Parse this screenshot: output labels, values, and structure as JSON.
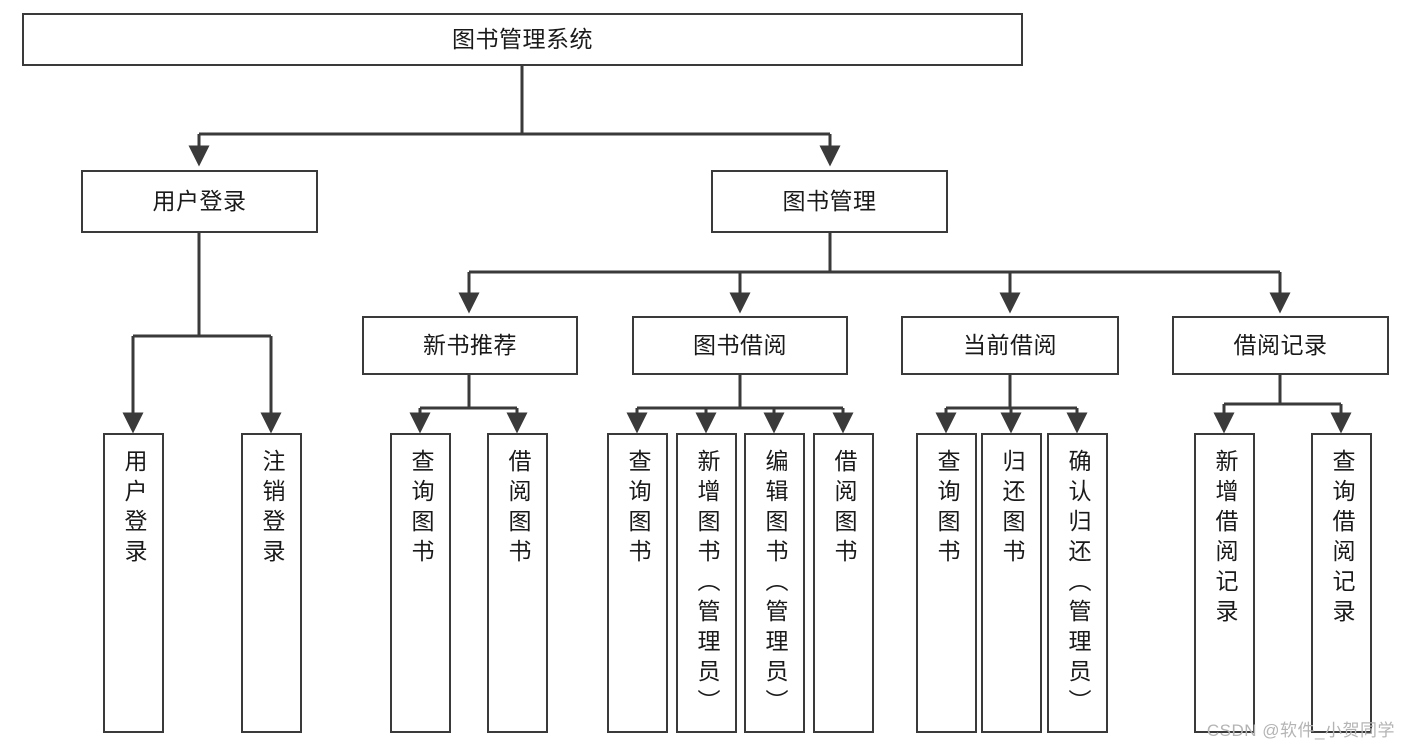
{
  "diagram": {
    "title": "图书管理系统",
    "type": "tree-hierarchy",
    "root": {
      "id": "root",
      "label": "图书管理系统",
      "orientation": "horizontal"
    },
    "level2": [
      {
        "id": "user-login",
        "label": "用户登录",
        "orientation": "horizontal"
      },
      {
        "id": "book-manage",
        "label": "图书管理",
        "orientation": "horizontal"
      }
    ],
    "level3": [
      {
        "id": "new-book-rec",
        "label": "新书推荐",
        "parent": "book-manage",
        "orientation": "horizontal"
      },
      {
        "id": "book-borrow",
        "label": "图书借阅",
        "parent": "book-manage",
        "orientation": "horizontal"
      },
      {
        "id": "current-borrow",
        "label": "当前借阅",
        "parent": "book-manage",
        "orientation": "horizontal"
      },
      {
        "id": "borrow-record",
        "label": "借阅记录",
        "parent": "book-manage",
        "orientation": "horizontal"
      }
    ],
    "leaves": [
      {
        "id": "leaf-user-login",
        "label": "用户登录",
        "parent": "user-login",
        "orientation": "vertical"
      },
      {
        "id": "leaf-user-logout",
        "label": "注销登录",
        "parent": "user-login",
        "orientation": "vertical"
      },
      {
        "id": "leaf-query-book-1",
        "label": "查询图书",
        "parent": "new-book-rec",
        "orientation": "vertical"
      },
      {
        "id": "leaf-borrow-book-1",
        "label": "借阅图书",
        "parent": "new-book-rec",
        "orientation": "vertical"
      },
      {
        "id": "leaf-query-book-2",
        "label": "查询图书",
        "parent": "book-borrow",
        "orientation": "vertical"
      },
      {
        "id": "leaf-add-book",
        "label": "新增图书（管理员）",
        "parent": "book-borrow",
        "orientation": "vertical"
      },
      {
        "id": "leaf-edit-book",
        "label": "编辑图书（管理员）",
        "parent": "book-borrow",
        "orientation": "vertical"
      },
      {
        "id": "leaf-borrow-book-2",
        "label": "借阅图书",
        "parent": "book-borrow",
        "orientation": "vertical"
      },
      {
        "id": "leaf-query-book-3",
        "label": "查询图书",
        "parent": "current-borrow",
        "orientation": "vertical"
      },
      {
        "id": "leaf-return-book",
        "label": "归还图书",
        "parent": "current-borrow",
        "orientation": "vertical"
      },
      {
        "id": "leaf-confirm-return",
        "label": "确认归还（管理员）",
        "parent": "current-borrow",
        "orientation": "vertical"
      },
      {
        "id": "leaf-add-record",
        "label": "新增借阅记录",
        "parent": "borrow-record",
        "orientation": "vertical"
      },
      {
        "id": "leaf-query-record",
        "label": "查询借阅记录",
        "parent": "borrow-record",
        "orientation": "vertical"
      }
    ]
  },
  "watermark": {
    "text": "CSDN @软件_小贺同学"
  },
  "colors": {
    "stroke": "#3a3a3a",
    "background": "#ffffff",
    "text": "#1a1a1a",
    "watermark": "#b4b4b4"
  }
}
